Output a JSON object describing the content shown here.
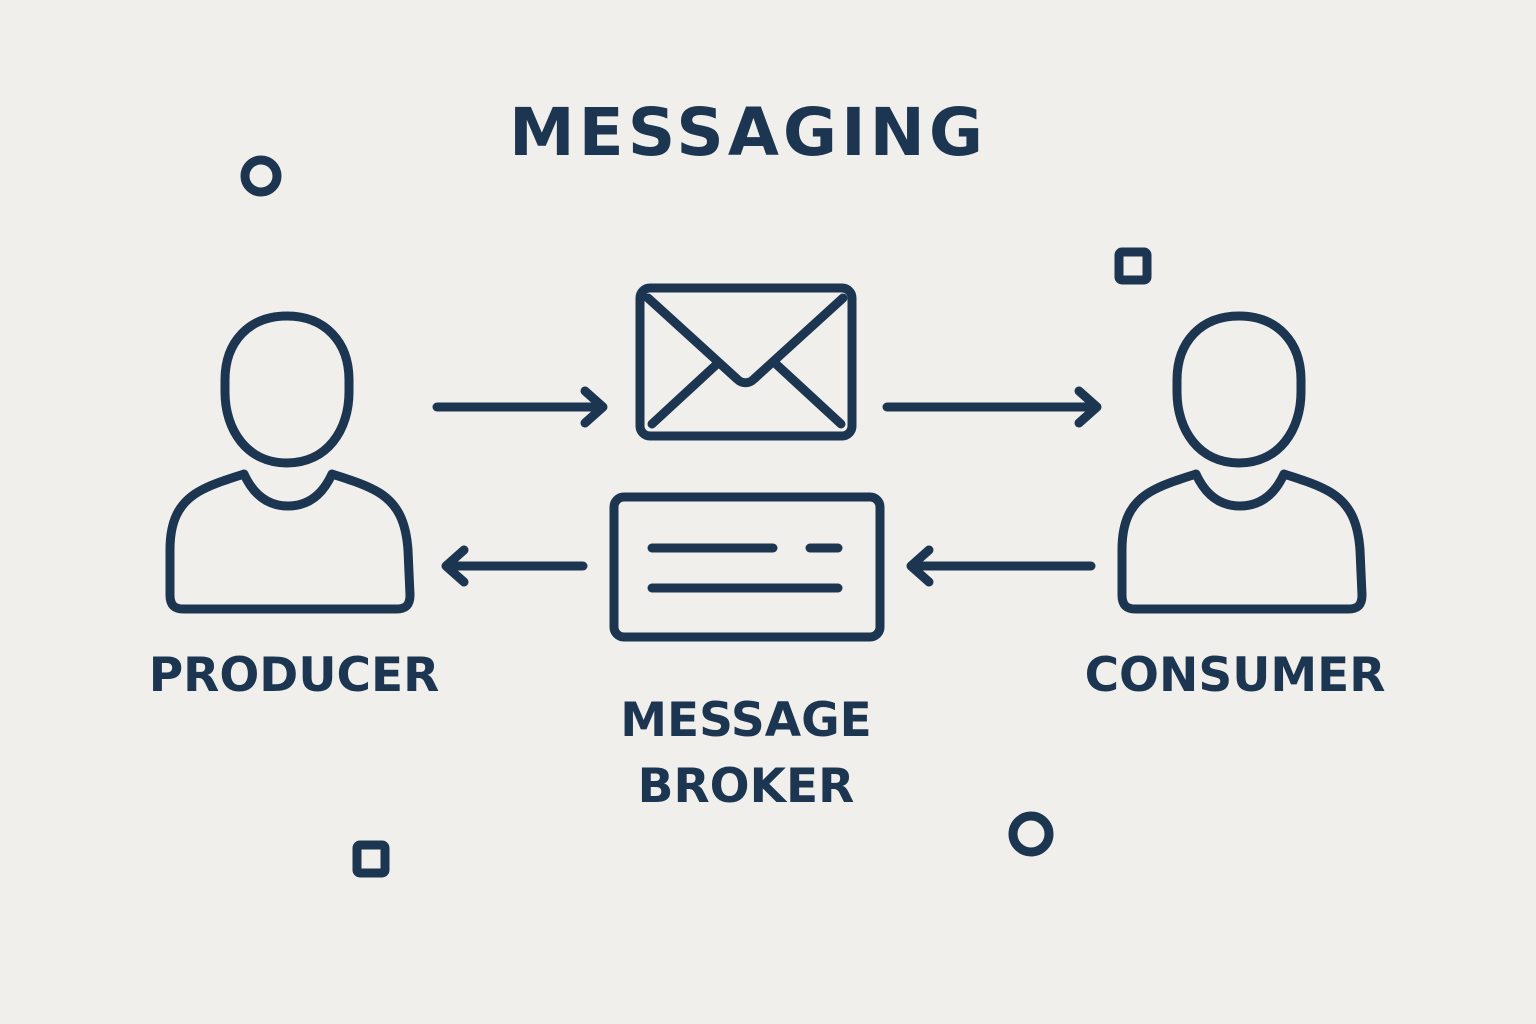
{
  "title": "MESSAGING",
  "nodes": {
    "producer": {
      "label": "PRODUCER",
      "icon": "person-icon"
    },
    "consumer": {
      "label": "CONSUMER",
      "icon": "person-icon"
    },
    "message": {
      "icon": "envelope-icon"
    },
    "broker": {
      "label_line1": "MESSAGE",
      "label_line2": "BROKER",
      "icon": "message-list-icon"
    }
  },
  "edges": [
    {
      "from": "producer",
      "to": "message"
    },
    {
      "from": "message",
      "to": "consumer"
    },
    {
      "from": "consumer",
      "to": "broker"
    },
    {
      "from": "broker",
      "to": "producer"
    }
  ],
  "colors": {
    "background": "#f1efeb",
    "ink": "#1c3550"
  }
}
